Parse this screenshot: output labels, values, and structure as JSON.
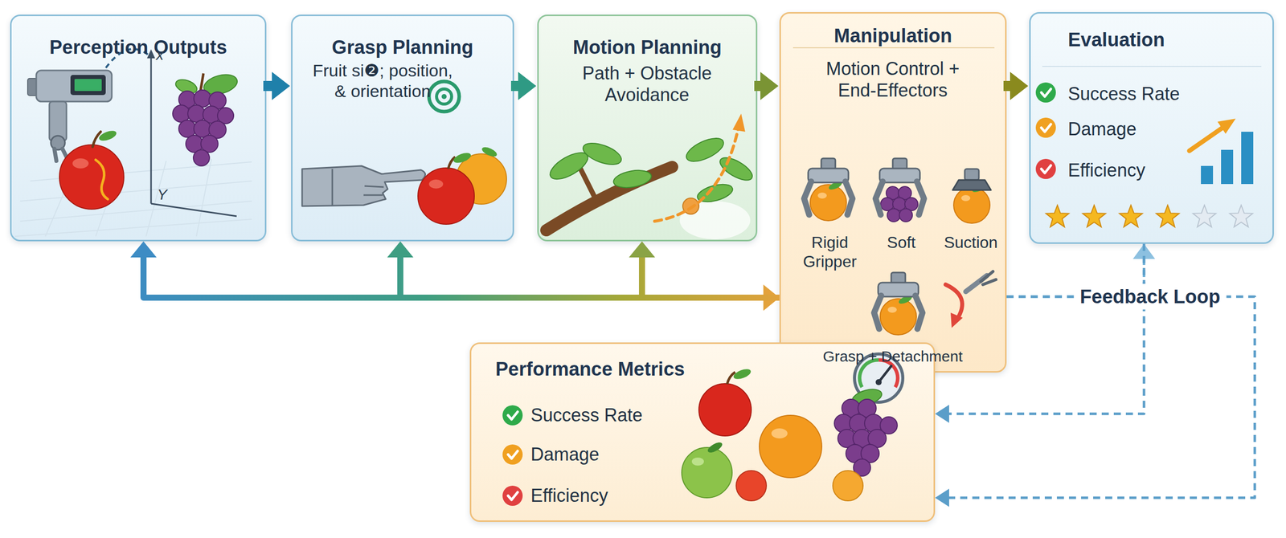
{
  "diagram": {
    "nodes": [
      {
        "text": [
          "Perception Outputs"
        ]
      },
      {
        "text": [
          "Grasp Planning",
          "Fruit si❷; position, & orientation"
        ]
      },
      {
        "text": [
          "Motion Planning",
          "Path + Obstacle Avoidance"
        ]
      },
      {
        "text": [
          "Manipulation",
          "Motion Control + End-Effectors",
          "Rigid Gripper",
          "Soft",
          "Suction",
          "Grasp + Detachment"
        ]
      },
      {
        "text": [
          "Evaluation",
          "Success Rate",
          "Damage",
          "Efficiency"
        ]
      },
      {
        "text": [
          "Performance Metrics",
          "Success Rate",
          "Damage",
          "Efficiency"
        ]
      }
    ],
    "edges": [
      {
        "from": 0,
        "to": 1,
        "arrow": "to"
      },
      {
        "from": 1,
        "to": 2,
        "arrow": "to"
      },
      {
        "from": 2,
        "to": 3,
        "arrow": "to"
      },
      {
        "from": 3,
        "to": 4,
        "arrow": "to"
      },
      {
        "from": 0,
        "to": 3,
        "arrow": "both"
      },
      {
        "from": 3,
        "to": 1,
        "arrow": "to"
      },
      {
        "from": 3,
        "to": 2,
        "arrow": "to"
      },
      {
        "from": 3,
        "to": 4,
        "arrow": "to"
      },
      {
        "from": 4,
        "to": 5,
        "arrow": "to"
      },
      {
        "from": 3,
        "to": 5,
        "label": "Feedback Loop",
        "arrow": "to"
      }
    ],
    "labels": [
      "x",
      "Y"
    ]
  }
}
